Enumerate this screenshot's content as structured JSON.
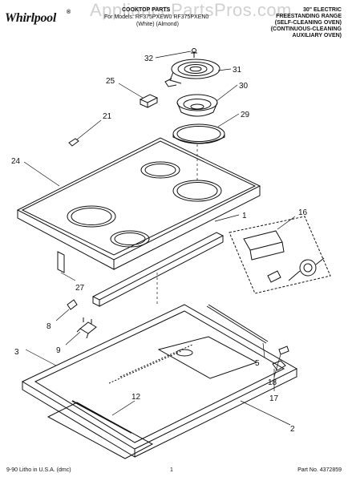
{
  "header": {
    "brand": "Whirlpool",
    "brand_mark": "®",
    "title_line": "COOKTOP PARTS",
    "model_line": "For Models: RF375PXEW0 RF375PXEN0",
    "color_line": "(White)         (Almond)",
    "product_desc": [
      "30\" ELECTRIC",
      "FREESTANDING RANGE",
      "(SELF-CLEANING OVEN)",
      "(CONTINUOUS-CLEANING",
      "AUXILIARY OVEN)"
    ]
  },
  "watermark": "AppliancePartsPros.com",
  "callouts": [
    "32",
    "31",
    "25",
    "30",
    "21",
    "29",
    "24",
    "1",
    "16",
    "27",
    "8",
    "9",
    "3",
    "5",
    "18",
    "17",
    "12",
    "2"
  ],
  "footer": {
    "left": "9-90 Litho in U.S.A. (dmc)",
    "center": "1",
    "right": "Part No. 4372859"
  }
}
